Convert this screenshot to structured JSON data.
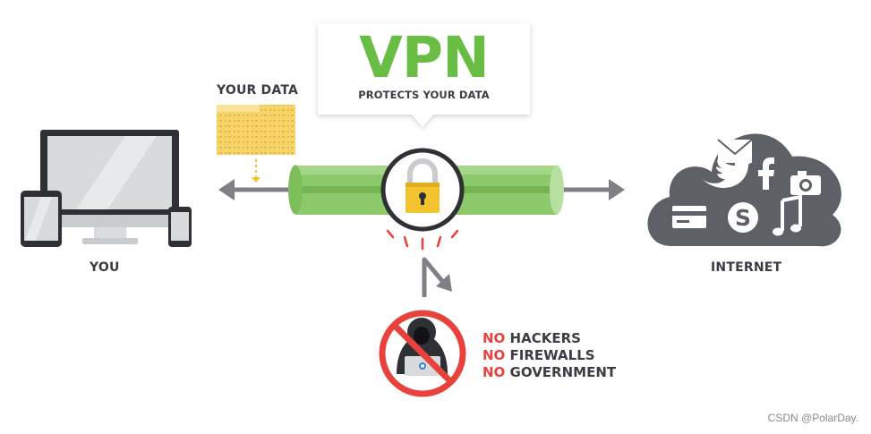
{
  "header": {
    "title": "VPN",
    "subtitle": "PROTECTS YOUR DATA"
  },
  "labels": {
    "you": "YOU",
    "internet": "INTERNET",
    "your_data": "YOUR DATA"
  },
  "threats": [
    {
      "prefix": "NO",
      "text": " HACKERS"
    },
    {
      "prefix": "NO",
      "text": " FIREWALLS"
    },
    {
      "prefix": "NO",
      "text": " GOVERNMENT"
    }
  ],
  "watermark": "CSDN @PolarDay.",
  "icons": [
    "laptop-icon",
    "tablet-icon",
    "phone-icon",
    "data-folder-icon",
    "padlock-icon",
    "cloud-icon",
    "mail-icon",
    "twitter-icon",
    "facebook-icon",
    "camera-icon",
    "credit-card-icon",
    "skype-icon",
    "music-icon",
    "hacker-icon",
    "prohibited-icon"
  ],
  "colors": {
    "accent_green": "#69bd45",
    "tunnel_green": "#8cc96a",
    "dark_gray": "#3c3c44",
    "cloud_gray": "#5d6066",
    "alert_red": "#e8423d",
    "folder_yellow": "#f7d468",
    "lock_gold": "#f4c430"
  }
}
